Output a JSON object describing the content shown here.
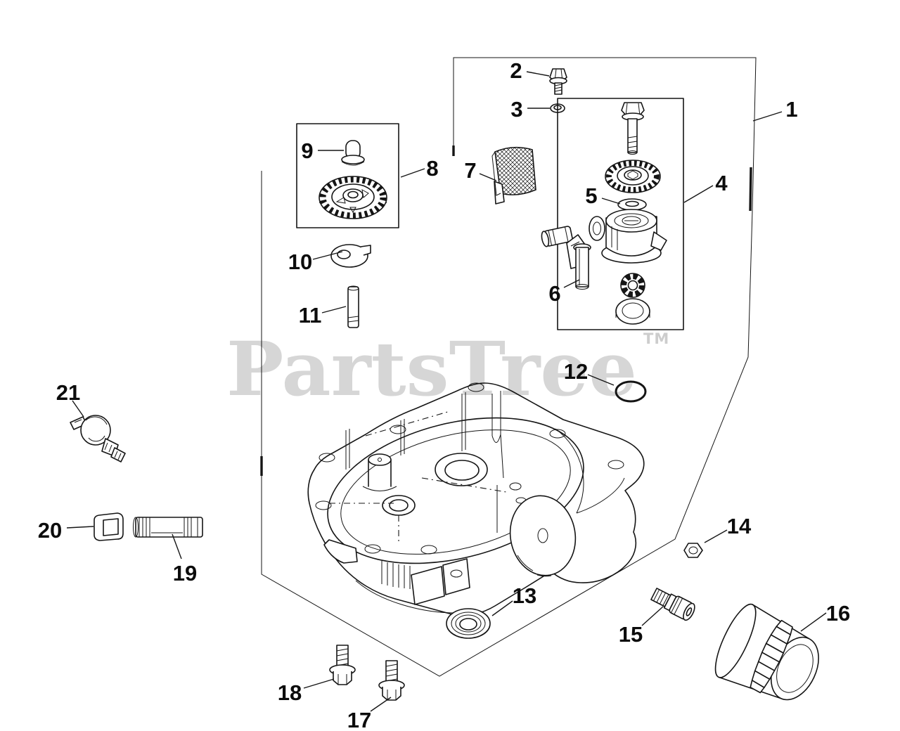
{
  "diagram": {
    "watermark": {
      "text": "PartsTree",
      "tm": "TM"
    },
    "callouts": [
      "1",
      "2",
      "3",
      "4",
      "5",
      "6",
      "7",
      "8",
      "9",
      "10",
      "11",
      "12",
      "13",
      "14",
      "15",
      "16",
      "17",
      "18",
      "19",
      "20",
      "21"
    ],
    "colors": {
      "ink": "#151515",
      "watermark": "#d6d6d6",
      "background": "#ffffff"
    }
  }
}
